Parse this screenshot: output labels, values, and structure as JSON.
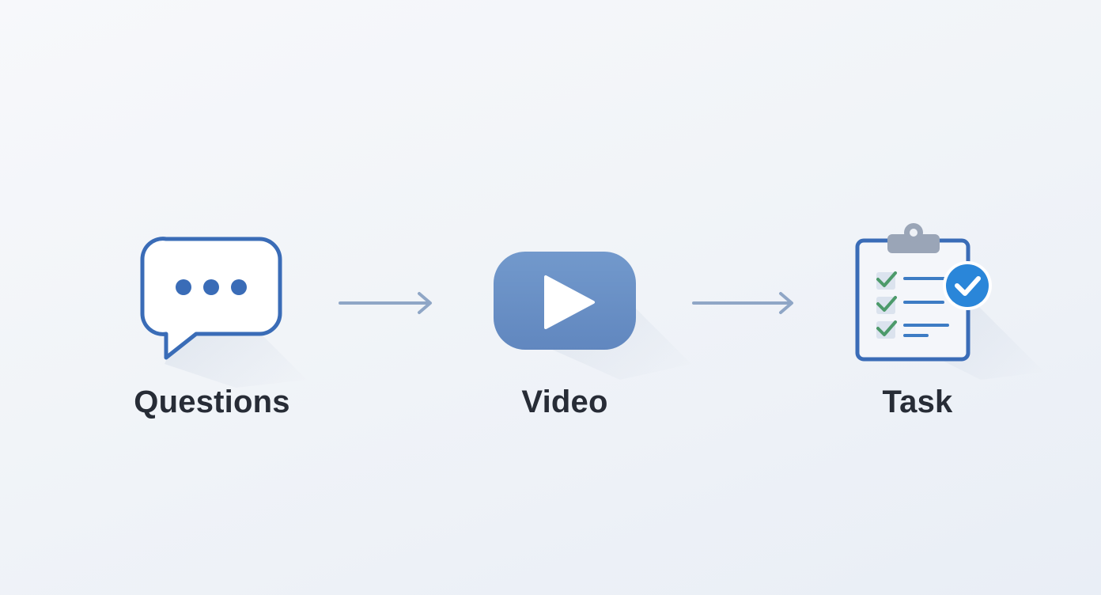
{
  "steps": [
    {
      "label": "Questions",
      "icon": "chat-bubble-icon"
    },
    {
      "label": "Video",
      "icon": "play-button-icon"
    },
    {
      "label": "Task",
      "icon": "clipboard-checklist-icon"
    }
  ],
  "arrows": [
    {
      "from": "Questions",
      "to": "Video",
      "icon": "arrow-right-icon"
    },
    {
      "from": "Video",
      "to": "Task",
      "icon": "arrow-right-icon"
    }
  ],
  "colors": {
    "primary_blue": "#3a6cb7",
    "video_blue": "#6d93c6",
    "arrow": "#8fa6c6",
    "check_green": "#4c9a6a",
    "badge_blue": "#2a86d9",
    "label": "#272c36"
  }
}
